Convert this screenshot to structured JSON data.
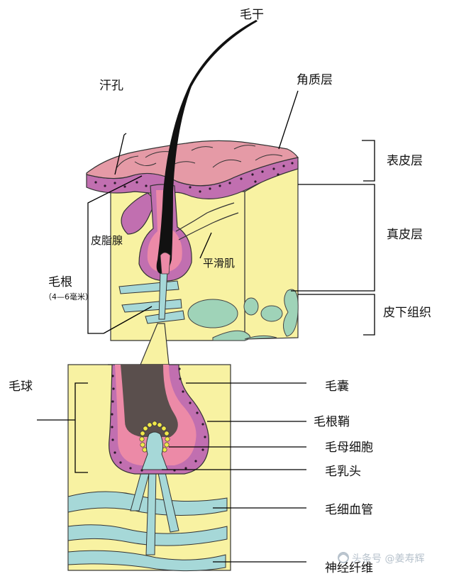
{
  "labels": {
    "hair_shaft": "毛干",
    "sweat_pore": "汗孔",
    "stratum_corneum": "角质层",
    "epidermis": "表皮层",
    "dermis": "真皮层",
    "subcutaneous": "皮下组织",
    "sebaceous_gland": "皮脂腺",
    "smooth_muscle": "平滑肌",
    "hair_root": "毛根",
    "hair_root_length": "（4—6毫米）",
    "hair_bulb": "毛球",
    "hair_follicle": "毛囊",
    "root_sheath": "毛根鞘",
    "matrix_cells": "毛母细胞",
    "dermal_papilla": "毛乳头",
    "capillaries": "毛细血管",
    "nerve_fibers": "神经纤维"
  },
  "watermark": "头条号 @姜寿辉",
  "colors": {
    "skin_surface": "#e59aa6",
    "epidermis_purple": "#c16fb0",
    "dermis_yellow": "#f8f2a2",
    "hair": "#111111",
    "bulb_dark": "#5a4f4d",
    "sheath_pink": "#ec8aa7",
    "papilla_teal": "#a6d8d8",
    "fat_green": "#9fd3b8",
    "matrix_yellow": "#f1e84a"
  },
  "icons": [
    "watermark-swirl-icon"
  ]
}
